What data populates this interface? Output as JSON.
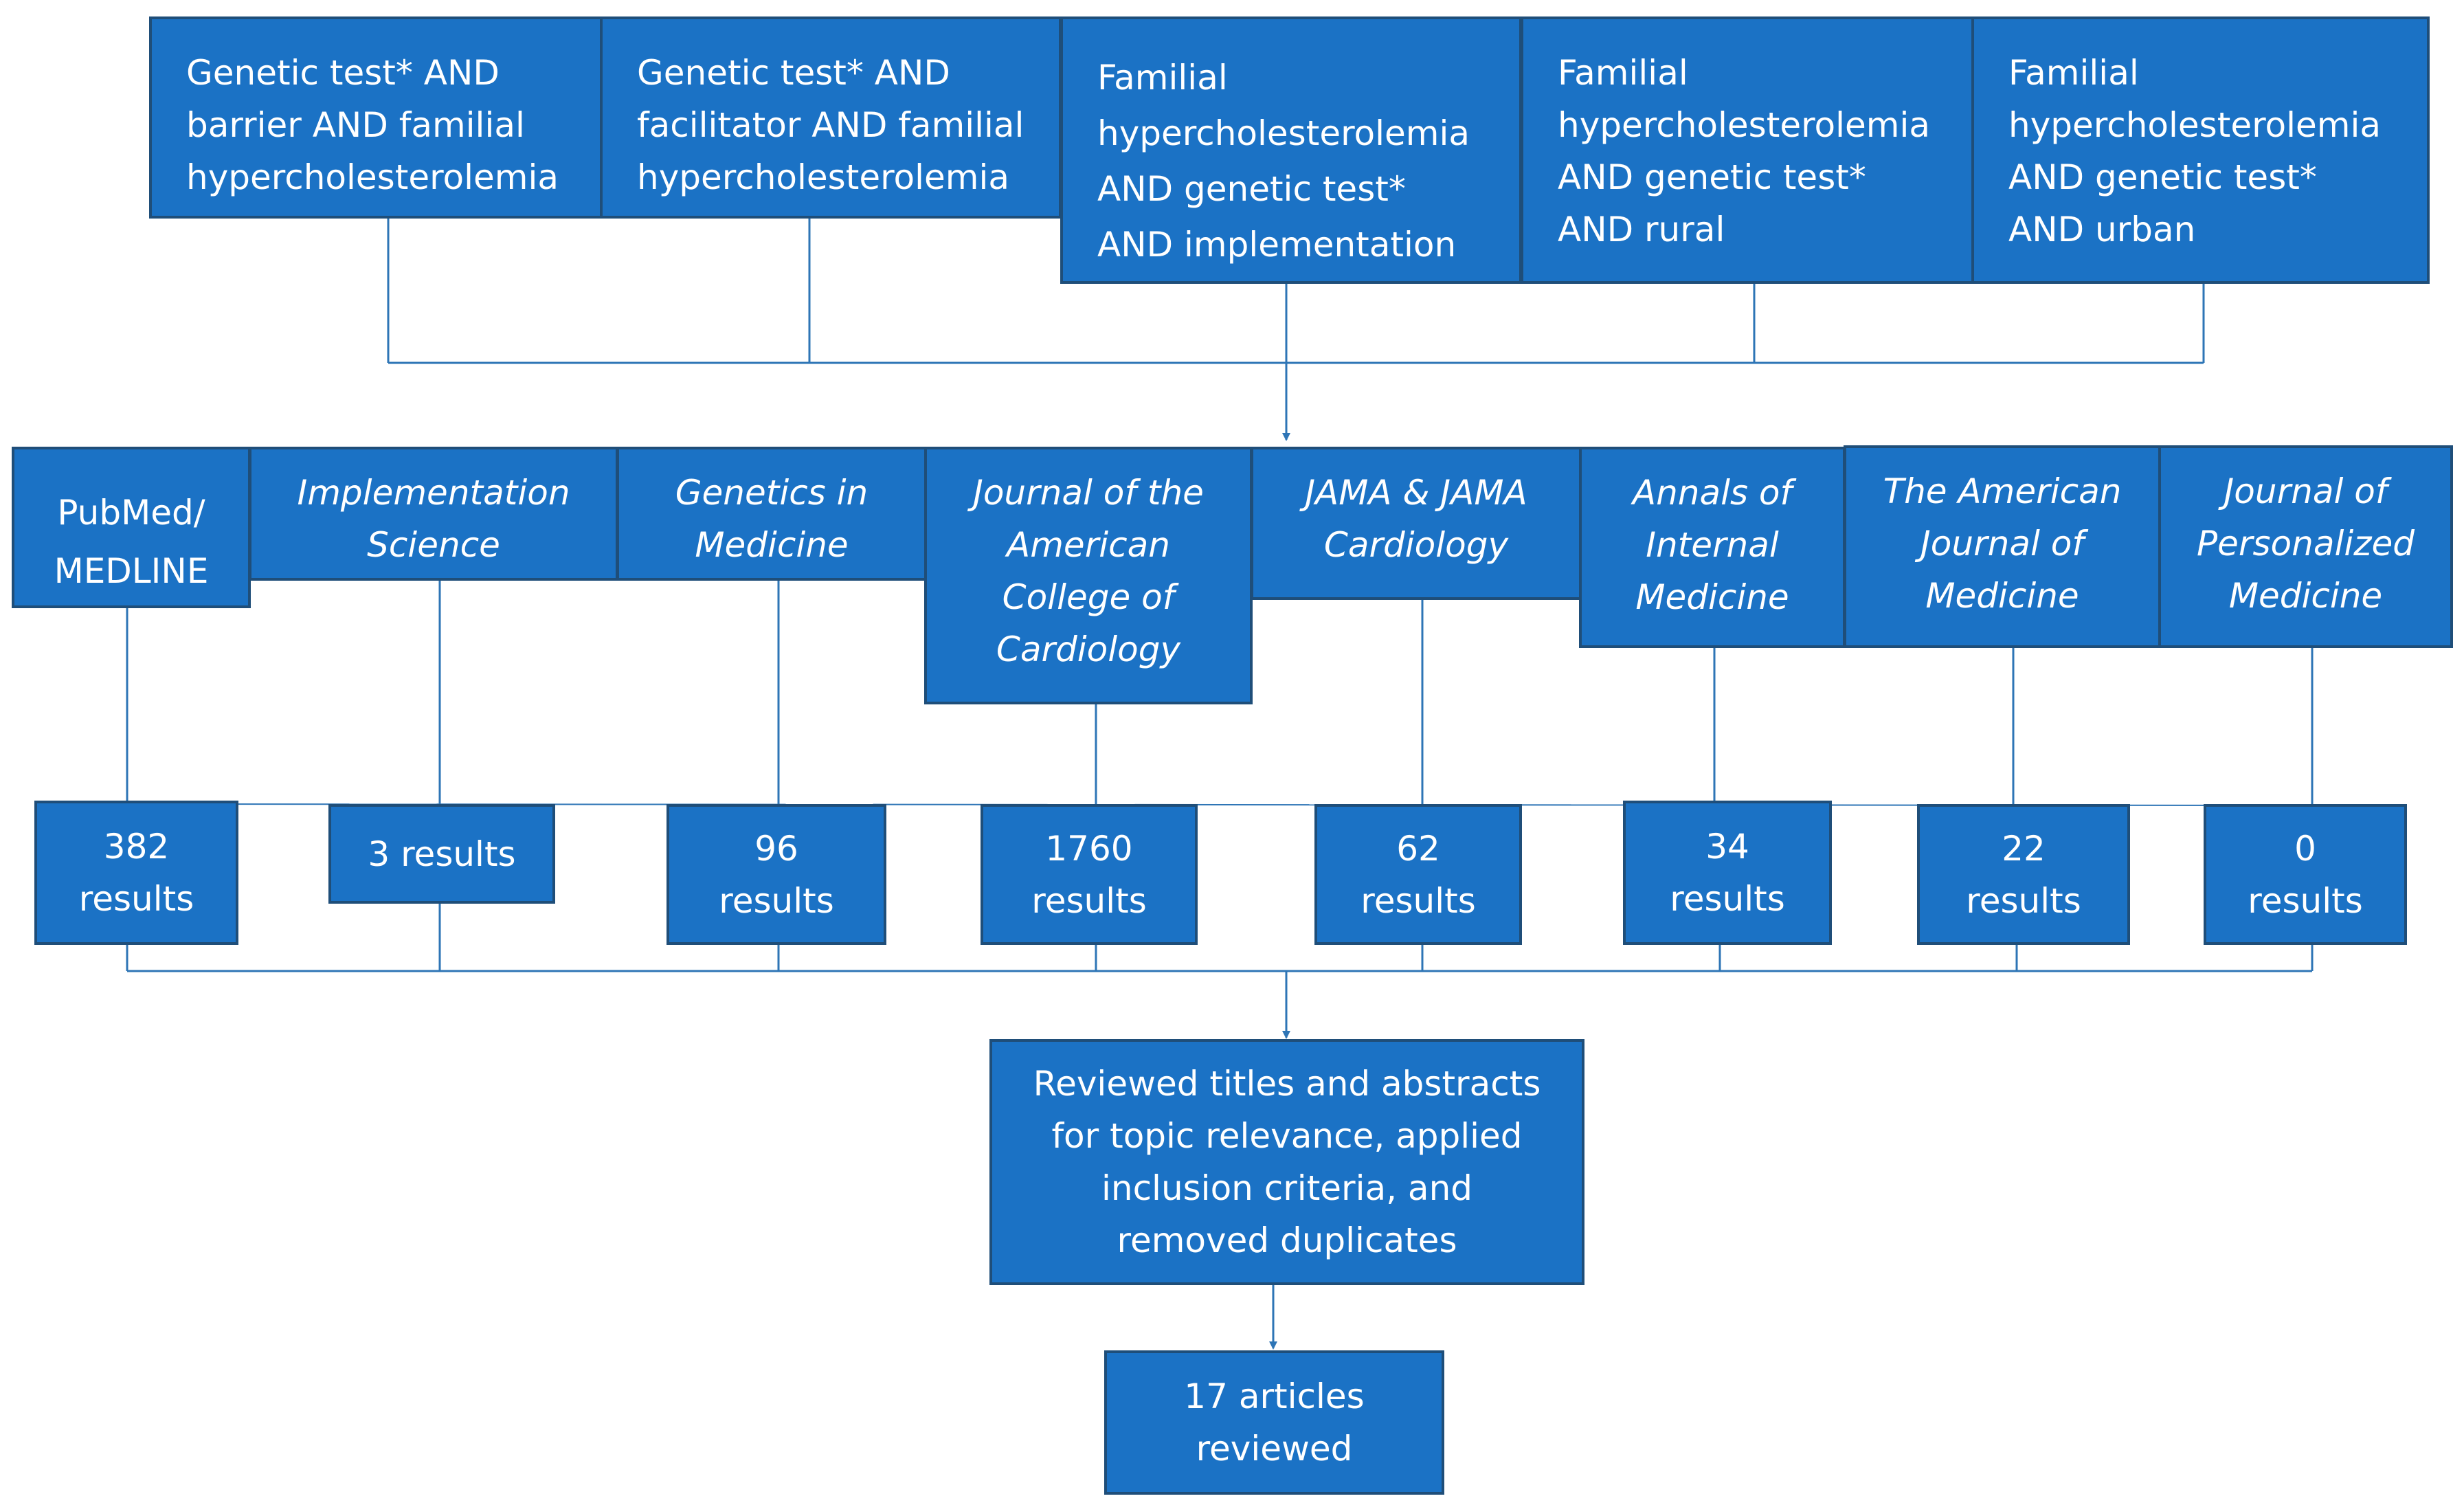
{
  "queries": [
    {
      "lines": [
        "Genetic test* AND",
        "barrier AND familial",
        "hypercholesterolemia"
      ]
    },
    {
      "lines": [
        "Genetic test* AND",
        "facilitator AND familial",
        "hypercholesterolemia"
      ]
    },
    {
      "lines": [
        "Familial",
        "hypercholesterolemia",
        "AND genetic test*",
        "AND implementation"
      ]
    },
    {
      "lines": [
        "Familial",
        "hypercholesterolemia",
        "AND genetic test*",
        "AND rural"
      ]
    },
    {
      "lines": [
        "Familial",
        "hypercholesterolemia",
        "AND genetic test*",
        "AND urban"
      ]
    }
  ],
  "databases": [
    {
      "lines": [
        "PubMed/",
        "MEDLINE"
      ]
    },
    {
      "lines": [
        "Implementation",
        "Science"
      ]
    },
    {
      "lines": [
        "Genetics in",
        "Medicine"
      ]
    },
    {
      "lines": [
        "Journal of the",
        "American",
        "College of",
        "Cardiology"
      ]
    },
    {
      "lines": [
        "JAMA & JAMA",
        "Cardiology"
      ]
    },
    {
      "lines": [
        "Annals of",
        "Internal",
        "Medicine"
      ]
    },
    {
      "lines": [
        "The American",
        "Journal of",
        "Medicine"
      ]
    },
    {
      "lines": [
        "Journal of",
        "Personalized",
        "Medicine"
      ]
    }
  ],
  "results": [
    {
      "lines": [
        "382",
        "results"
      ]
    },
    {
      "lines": [
        "3 results"
      ]
    },
    {
      "lines": [
        "96",
        "results"
      ]
    },
    {
      "lines": [
        "1760",
        "results"
      ]
    },
    {
      "lines": [
        "62",
        "results"
      ]
    },
    {
      "lines": [
        "34",
        "results"
      ]
    },
    {
      "lines": [
        "22",
        "results"
      ]
    },
    {
      "lines": [
        "0",
        "results"
      ]
    }
  ],
  "review_step": {
    "lines": [
      "Reviewed titles and abstracts",
      "for topic relevance, applied",
      "inclusion criteria, and",
      "removed duplicates"
    ]
  },
  "final_step": {
    "lines": [
      "17 articles",
      "reviewed"
    ]
  },
  "colors": {
    "box_fill": "#1B72C5",
    "box_border": "#1F4E79",
    "connector": "#2E75B6",
    "text": "#ffffff"
  }
}
